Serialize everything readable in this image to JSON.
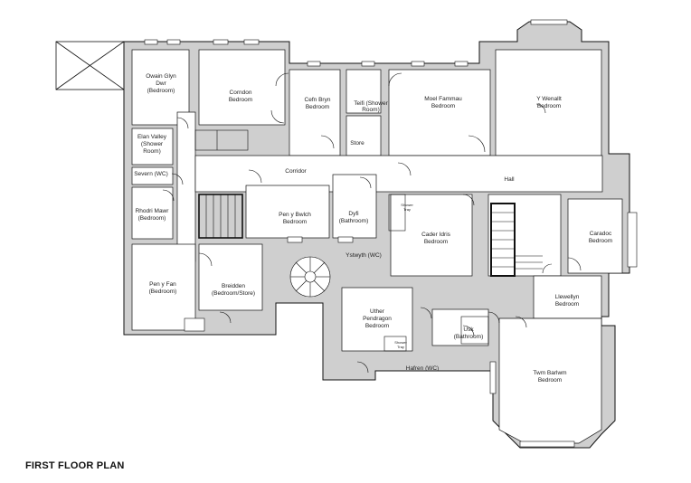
{
  "title": "FIRST FLOOR PLAN",
  "rooms": {
    "owain": [
      "Owain Glyn",
      "Dwr",
      "(Bedroom)"
    ],
    "corndon": [
      "Corndon",
      "Bedroom"
    ],
    "cefn": [
      "Cefn Bryn",
      "Bedroom"
    ],
    "teifi": [
      "Teifi (Shower",
      "Room)"
    ],
    "store": [
      "Store"
    ],
    "moel": [
      "Moel Fammau",
      "Bedroom"
    ],
    "wenallt": [
      "Y Wenallt",
      "Bedroom"
    ],
    "elan": [
      "Elan Valley",
      "(Shower",
      "Room)"
    ],
    "severn": [
      "Severn (WC)"
    ],
    "corridor": [
      "Corridor"
    ],
    "hall": [
      "Hall"
    ],
    "rhodri": [
      "Rhodri Mawr",
      "(Bedroom)"
    ],
    "penybwlch": [
      "Pen y Bwlch",
      "Bedroom"
    ],
    "dyfi": [
      "Dyfi",
      "(Bathroom)"
    ],
    "cader": [
      "Cader Idris",
      "Bedroom"
    ],
    "caradoc": [
      "Caradoc",
      "Bedroom"
    ],
    "ystwyth": [
      "Ystwyth (WC)"
    ],
    "penyfan": [
      "Pen y Fan",
      "(Bedroom)"
    ],
    "breidden": [
      "Breidden",
      "(Bedroom/Store)"
    ],
    "llewellyn": [
      "Llewellyn",
      "Bedroom"
    ],
    "uther": [
      "Uther",
      "Pendragon",
      "Bedroom"
    ],
    "usk": [
      "Usk",
      "(Bathroom)"
    ],
    "hafren": [
      "Hafren (WC)"
    ],
    "twm": [
      "Twm Barlwm",
      "Bedroom"
    ],
    "shower_tray": [
      "Shower",
      "Tray"
    ]
  }
}
